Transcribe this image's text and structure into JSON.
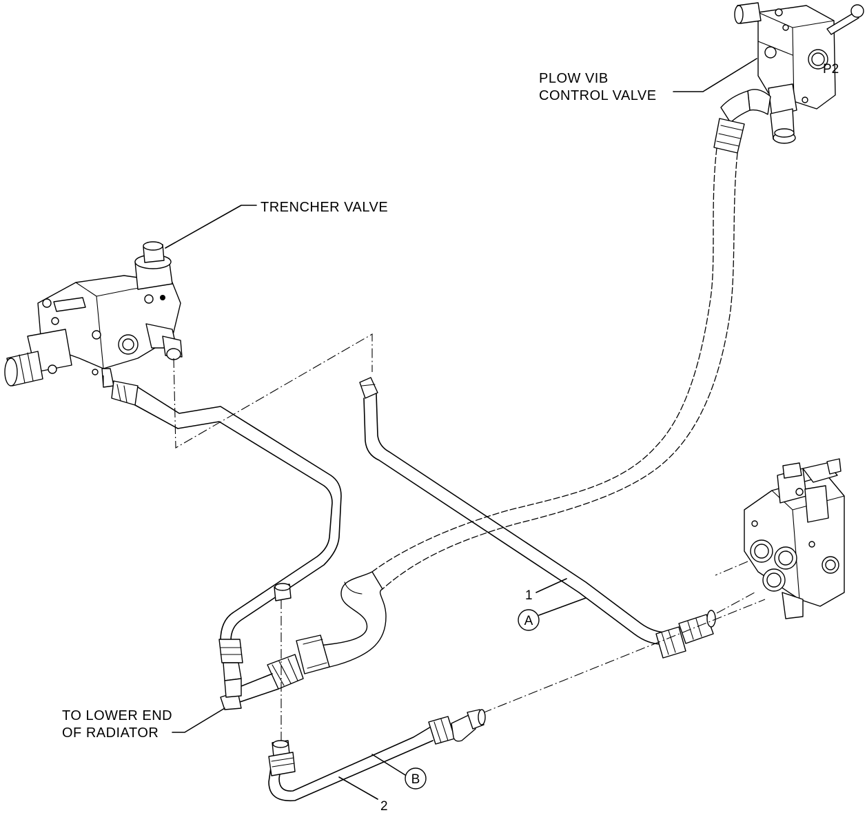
{
  "labels": {
    "plow_vib_line1": "PLOW VIB",
    "plow_vib_line2": "CONTROL VALVE",
    "trencher": "TRENCHER VALVE",
    "radiator_line1": "TO LOWER END",
    "radiator_line2": "OF RADIATOR"
  },
  "callouts": {
    "item1": "1",
    "item2": "2",
    "ref_a": "A",
    "ref_b": "B"
  },
  "valve_marks": {
    "p2_port": "P2"
  }
}
